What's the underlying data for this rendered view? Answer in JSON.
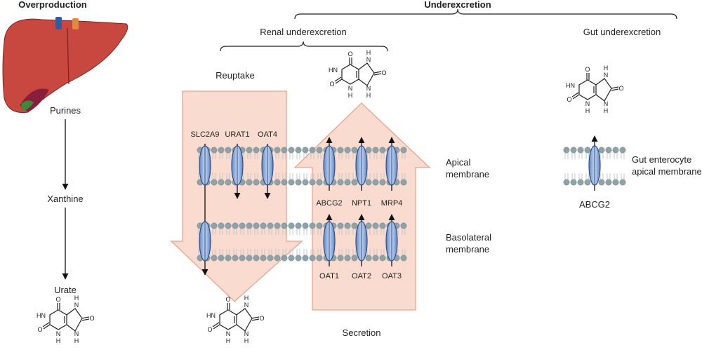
{
  "colors": {
    "big_arrow_fill": "#f9dccf",
    "big_arrow_stroke": "#e9a48c",
    "transporter_fill": "#8fb0dc",
    "transporter_stroke": "#2f4f8a",
    "lipid_head": "#8fa2a8",
    "liver": "#c8473e"
  },
  "headers": {
    "overproduction": "Overproduction",
    "underexcretion": "Underexcretion",
    "renal_underexcretion": "Renal underexcretion",
    "gut_underexcretion": "Gut underexcretion"
  },
  "pathway": {
    "purines": "Purines",
    "xanthine": "Xanthine",
    "urate": "Urate"
  },
  "renal": {
    "reuptake": "Reuptake",
    "secretion": "Secretion",
    "apical_membrane": [
      "Apical",
      "membrane"
    ],
    "basolateral_membrane": [
      "Basolateral",
      "membrane"
    ],
    "reuptake_transporters": [
      "SLC2A9",
      "URAT1",
      "OAT4"
    ],
    "secretion_apical_transporters": [
      "ABCG2",
      "NPT1",
      "MRP4"
    ],
    "secretion_basolateral_transporters": [
      "OAT1",
      "OAT2",
      "OAT3"
    ]
  },
  "gut": {
    "membrane_label": [
      "Gut enterocyte",
      "apical membrane"
    ],
    "transporter": "ABCG2"
  },
  "molecule_atoms": {
    "hn": "HN",
    "n": "N",
    "h": "H",
    "o": "O"
  }
}
